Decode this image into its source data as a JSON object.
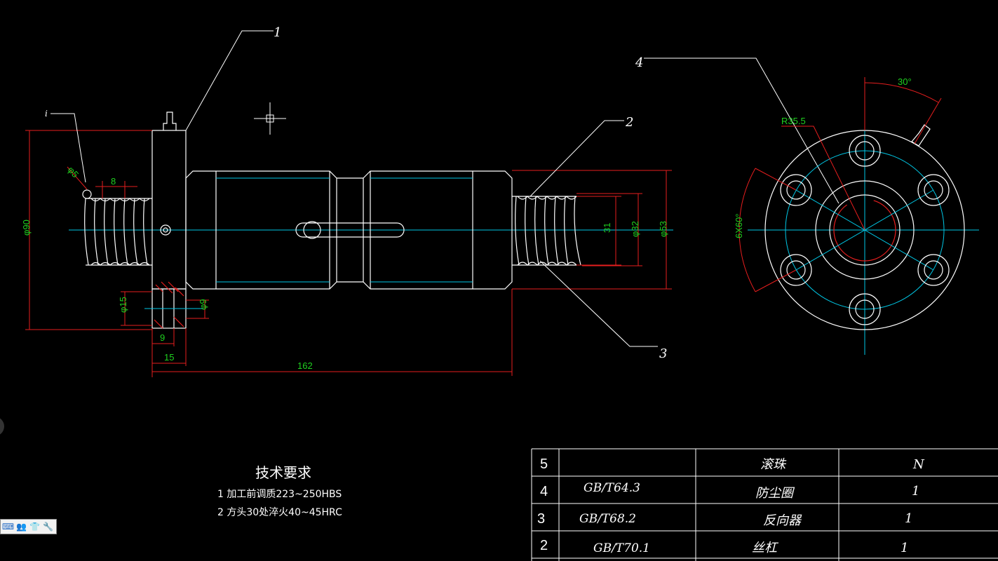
{
  "leaders": {
    "l1": "1",
    "l2": "2",
    "l3": "3",
    "l4": "4",
    "li": "i"
  },
  "dimensions": {
    "phi5": "φ5",
    "pitch8": "8",
    "phi90": "φ90",
    "phi15": "φ15",
    "phi9": "φ9",
    "w9": "9",
    "w15": "15",
    "len162": "162",
    "d31": "31",
    "phi32": "φ32",
    "phi53": "φ53",
    "r355": "R35.5",
    "ang30": "30°",
    "holes": "6X60°"
  },
  "requirements": {
    "title": "技术要求",
    "item1": "1  加工前调质223~250HBS",
    "item2": "2  方头30处淬火40~45HRC"
  },
  "bom_rows": [
    {
      "no": "5",
      "code": "",
      "name": "滚珠",
      "qty": "N"
    },
    {
      "no": "4",
      "code": "GB/T64.3",
      "name": "防尘圈",
      "qty": "1"
    },
    {
      "no": "3",
      "code": "GB/T68.2",
      "name": "反向器",
      "qty": "1"
    },
    {
      "no": "2",
      "code": "GB/T70.1",
      "name": "丝杠",
      "qty": "1"
    }
  ],
  "toolbar": {
    "icons": [
      "keyboard-icon",
      "users-icon",
      "shirt-icon",
      "wrench-icon"
    ]
  },
  "colors": {
    "background": "#000000",
    "outline": "#ffffff",
    "center": "#00c8e6",
    "dimension_line": "#e61e1e",
    "dimension_text": "#1fd11f"
  }
}
